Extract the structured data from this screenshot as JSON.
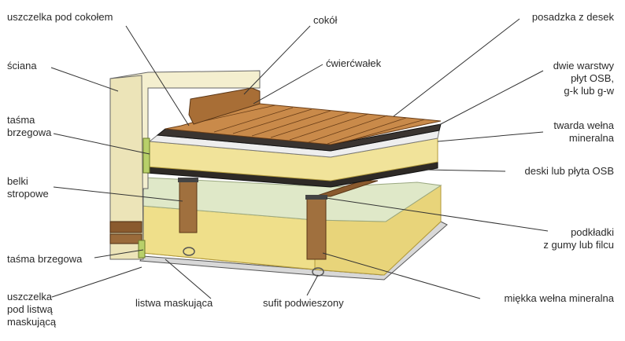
{
  "labels": {
    "uszczelka_pod_cokolem": "uszczelka pod cokołem",
    "sciana": "ściana",
    "tasma_brzegowa_top": [
      "taśma",
      "brzegowa"
    ],
    "belki_stropowe": [
      "belki",
      "stropowe"
    ],
    "tasma_brzegowa_bottom": "taśma brzegowa",
    "uszczelka_pod_listwa": [
      "uszczelka",
      "pod listwą",
      "maskującą"
    ],
    "cokol": "cokół",
    "cwiercwalek": "ćwierćwałek",
    "listwa_maskujaca": "listwa maskująca",
    "sufit_podwieszony": "sufit podwieszony",
    "posadzka_z_desek": "posadzka z desek",
    "dwie_warstwy": [
      "dwie warstwy",
      "płyt OSB,",
      "g-k lub g-w"
    ],
    "twarda_welna": [
      "twarda wełna",
      "mineralna"
    ],
    "deski_lub_plyta": "deski lub płyta OSB",
    "podkladki": [
      "podkładki",
      "z gumy lub filcu"
    ],
    "miekka_welna": "miękka wełna mineralna"
  },
  "colors": {
    "wood_light": "#c98a4a",
    "wood_dark": "#7a4a22",
    "insulation": "#f1e39a",
    "insulation_shade": "#e3cf6c",
    "wall": "#f4efcf",
    "osb_dark": "#2e2a26",
    "leader_line": "#333333",
    "text": "#2a2a2a"
  }
}
